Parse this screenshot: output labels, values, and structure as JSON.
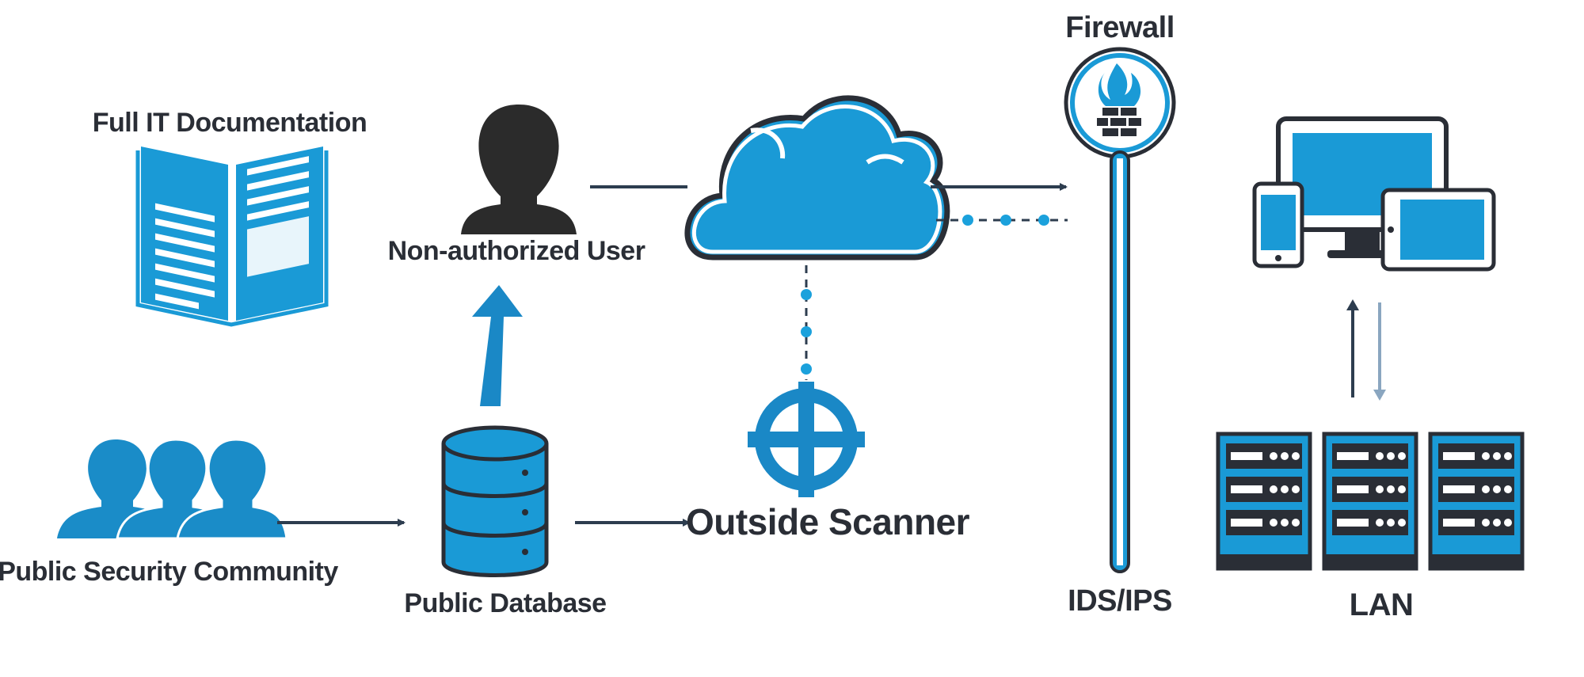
{
  "diagram": {
    "nodes": {
      "documentation": {
        "label": "Full IT Documentation",
        "icon": "document-icon"
      },
      "user": {
        "label": "Non-authorized User",
        "icon": "person-icon"
      },
      "community": {
        "label": "Public Security Community",
        "icon": "people-group-icon"
      },
      "database": {
        "label": "Public Database",
        "icon": "database-icon"
      },
      "cloud": {
        "icon": "cloud-icon"
      },
      "scanner": {
        "label": "Outside Scanner",
        "icon": "crosshair-icon"
      },
      "firewall": {
        "label": "Firewall",
        "icon": "firewall-icon"
      },
      "ids": {
        "label": "IDS/IPS"
      },
      "devices": {
        "icon": "devices-icon"
      },
      "lan": {
        "label": "LAN",
        "icon": "server-rack-icon"
      }
    },
    "colors": {
      "primary": "#1a9ad6",
      "dark": "#2a2e36",
      "accent": "#1ba1dc"
    }
  }
}
